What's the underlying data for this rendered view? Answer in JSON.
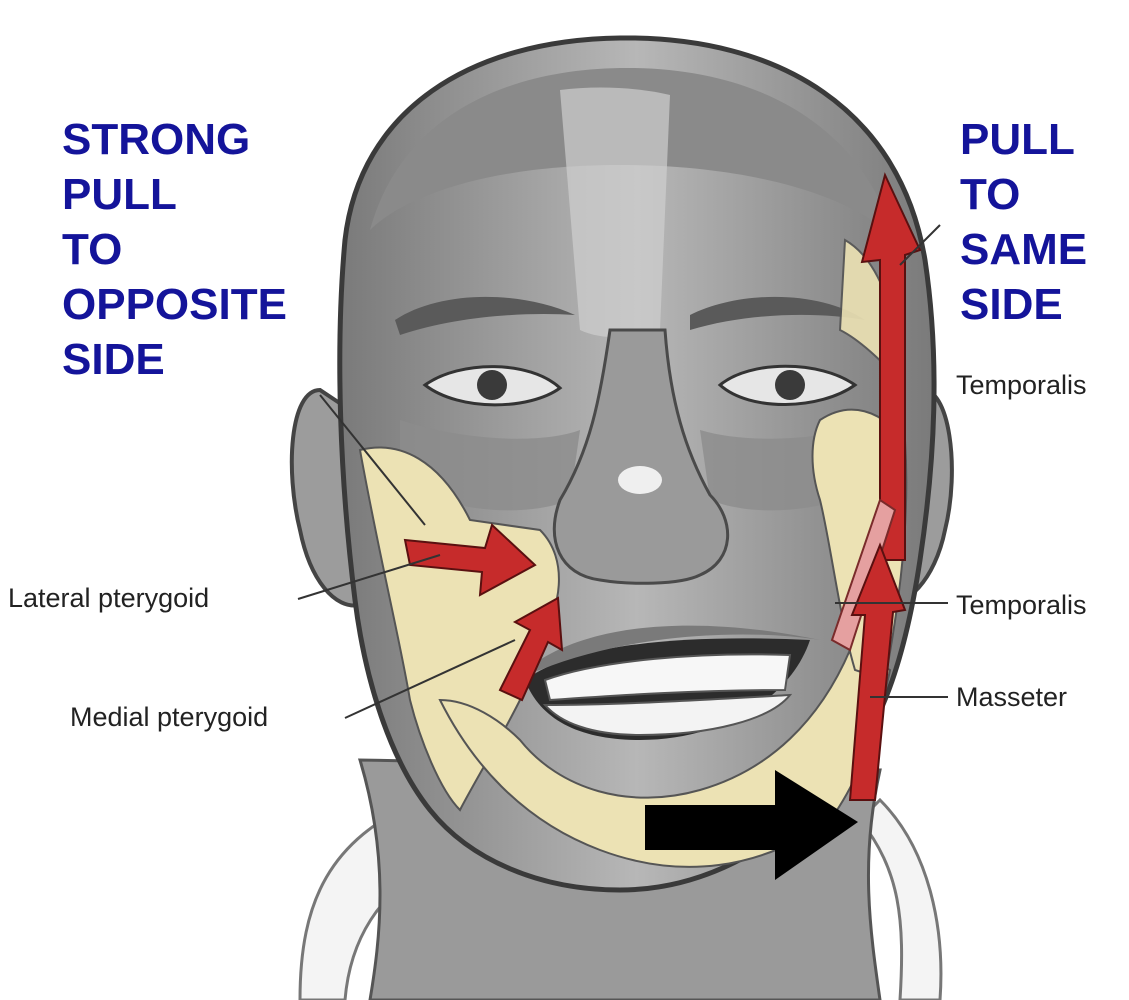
{
  "colors": {
    "heading": "#14149a",
    "label": "#222222",
    "skin_dark": "#6b6b6b",
    "skin_mid": "#a2a2a2",
    "skin_light": "#c9c9c9",
    "bone": "#ece2b4",
    "muscle": "#c62b2b",
    "arrow": "#000000"
  },
  "left_heading": {
    "lines": [
      "STRONG",
      "PULL",
      "TO",
      "OPPOSITE",
      "SIDE"
    ]
  },
  "right_heading": {
    "lines": [
      "PULL",
      "TO",
      "SAME",
      "SIDE"
    ]
  },
  "labels": {
    "temporalis_upper": "Temporalis",
    "temporalis_lower": "Temporalis",
    "lateral_pterygoid": "Lateral pterygoid",
    "medial_pterygoid": "Medial pterygoid",
    "masseter": "Masseter"
  },
  "icons": {
    "movement_arrow": "arrow-right-icon"
  }
}
